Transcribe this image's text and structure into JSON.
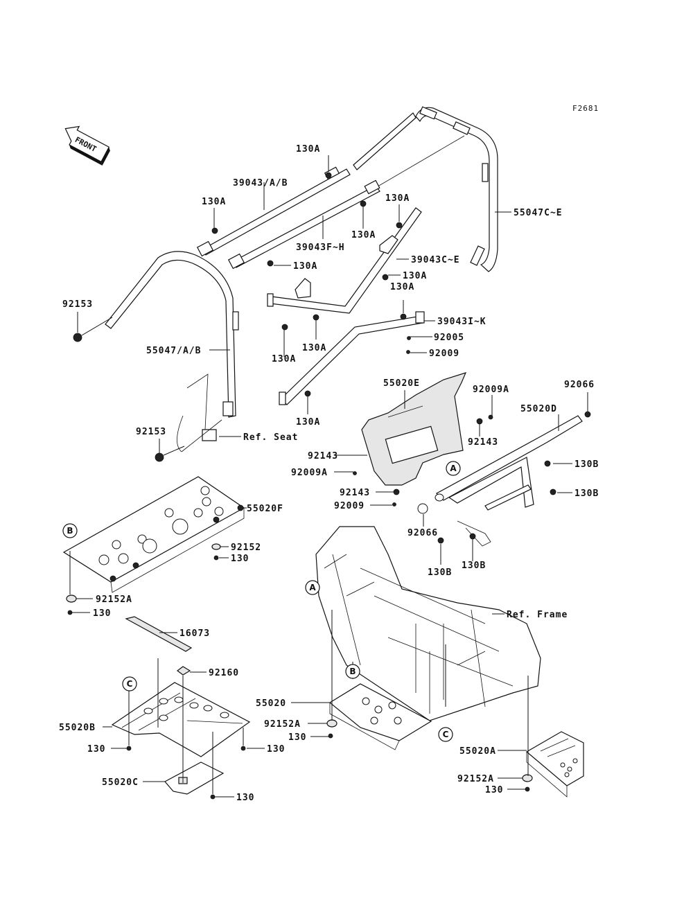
{
  "figure_id": "F2681",
  "front_arrow": {
    "text": "FRONT",
    "icon": "front-direction-arrow-icon"
  },
  "callouts": {
    "c_130a_1": "130A",
    "c_39043ab": "39043/A/B",
    "c_130a_2": "130A",
    "c_130a_3": "130A",
    "c_130a_4": "130A",
    "c_39043fh": "39043F~H",
    "c_130a_5": "130A",
    "c_55047ce": "55047C~E",
    "c_39043ce": "39043C~E",
    "c_130a_6": "130A",
    "c_130a_7": "130A",
    "c_39043ik": "39043I~K",
    "c_92005": "92005",
    "c_92009_1": "92009",
    "c_92153_1": "92153",
    "c_55047ab": "55047/A/B",
    "c_130a_8": "130A",
    "c_130a_9": "130A",
    "c_130a_10": "130A",
    "c_92153_2": "92153",
    "c_ref_seat": "Ref. Seat",
    "c_55020e": "55020E",
    "c_92009a_1": "92009A",
    "c_92066_1": "92066",
    "c_55020d": "55020D",
    "c_92143_1": "92143",
    "c_92143_2": "92143",
    "c_92009a_2": "92009A",
    "c_130b_1": "130B",
    "c_130b_2": "130B",
    "c_92143_3": "92143",
    "c_92009_2": "92009",
    "c_92066_2": "92066",
    "c_130b_3": "130B",
    "c_130b_4": "130B",
    "c_55020f": "55020F",
    "c_92152": "92152",
    "c_130_1": "130",
    "c_92152a_1": "92152A",
    "c_130_2": "130",
    "c_ref_frame": "Ref. Frame",
    "c_16073": "16073",
    "c_92160": "92160",
    "c_55020b": "55020B",
    "c_130_3": "130",
    "c_130_4": "130",
    "c_55020c": "55020C",
    "c_130_5": "130",
    "c_55020": "55020",
    "c_92152a_2": "92152A",
    "c_130_6": "130",
    "c_55020a": "55020A",
    "c_92152a_3": "92152A",
    "c_130_7": "130"
  },
  "reference_markers": {
    "a_upper": "A",
    "a_lower": "A",
    "b_upper": "B",
    "b_lower": "B",
    "c_upper": "C",
    "c_lower": "C"
  }
}
